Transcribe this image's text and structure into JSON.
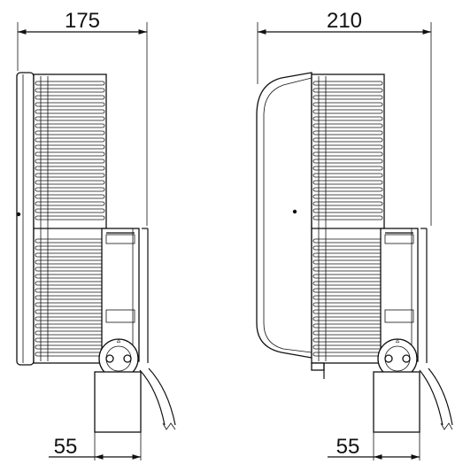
{
  "views": [
    {
      "name": "left-view",
      "top_dimension": "175",
      "bottom_dimension": "55"
    },
    {
      "name": "right-view",
      "top_dimension": "210",
      "bottom_dimension": "55"
    }
  ]
}
